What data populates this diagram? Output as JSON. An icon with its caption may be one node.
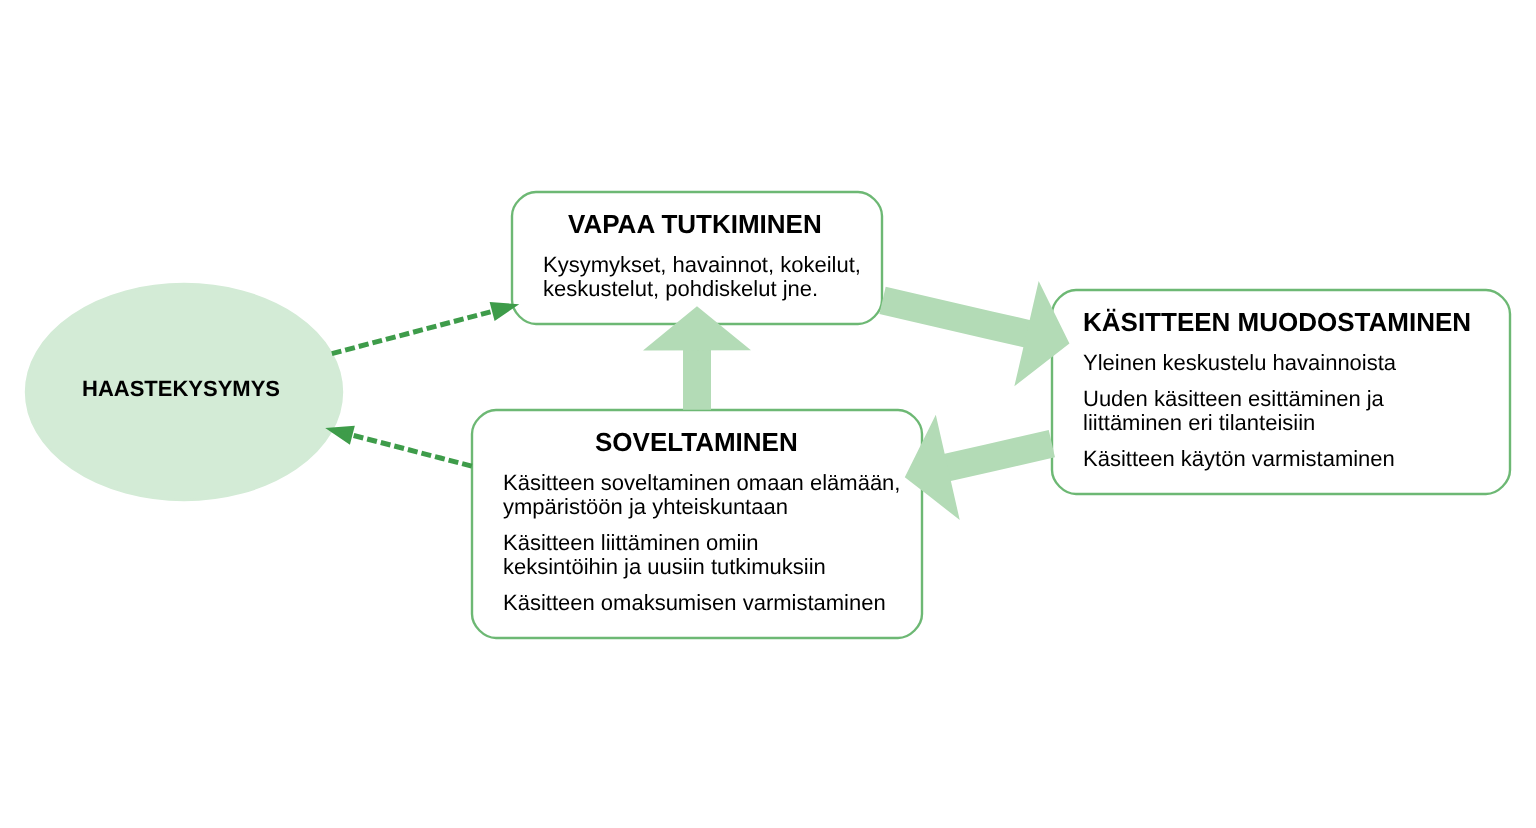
{
  "diagram": {
    "nodes": [
      {
        "text": [
          "HAASTEKYSYMYS"
        ]
      },
      {
        "text": [
          "VAPAA TUTKIMINEN",
          "Kysymykset, havainnot, kokeilut, keskustelut, pohdiskelut jne."
        ]
      },
      {
        "text": [
          "KÄSITTEEN MUODOSTAMINEN",
          "Yleinen keskustelu havainnoista",
          "Uuden käsitteen esittäminen ja liittäminen eri tilanteisiin",
          "Käsitteen käytön varmistaminen"
        ]
      },
      {
        "text": [
          "SOVELTAMINEN",
          "Käsitteen soveltaminen omaan elämään, ympäristöön ja yhteiskuntaan",
          "Käsitteen liittäminen omiin keksintöihin ja uusiin tutkimuksiin",
          "Käsitteen omaksumisen varmistaminen"
        ]
      }
    ],
    "edges": [
      {
        "from": 0,
        "to": 1,
        "arrow": "to",
        "style": "dashed",
        "color": "#3e9c4a"
      },
      {
        "from": 1,
        "to": 2,
        "arrow": "to"
      },
      {
        "from": 2,
        "to": 3,
        "arrow": "to"
      },
      {
        "from": 3,
        "to": 1,
        "arrow": "to"
      },
      {
        "from": 3,
        "to": 0,
        "arrow": "to",
        "style": "dashed",
        "color": "#3e9c4a"
      }
    ]
  }
}
